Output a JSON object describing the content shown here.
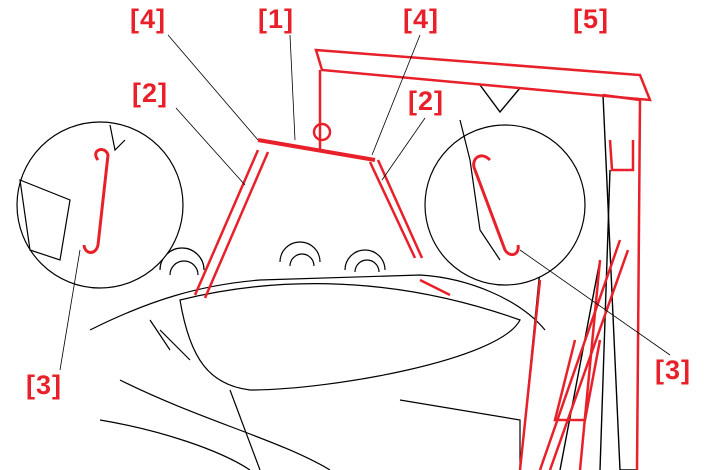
{
  "callouts": {
    "hook_left_top": "[4]",
    "spreader_bar": "[1]",
    "hook_right_top": "[4]",
    "engine_crane": "[5]",
    "strap_left": "[2]",
    "strap_right": "[2]",
    "hook_detail_left": "[3]",
    "hook_detail_right": "[3]"
  },
  "colors": {
    "accent": "#e8202a",
    "line": "#000000"
  }
}
